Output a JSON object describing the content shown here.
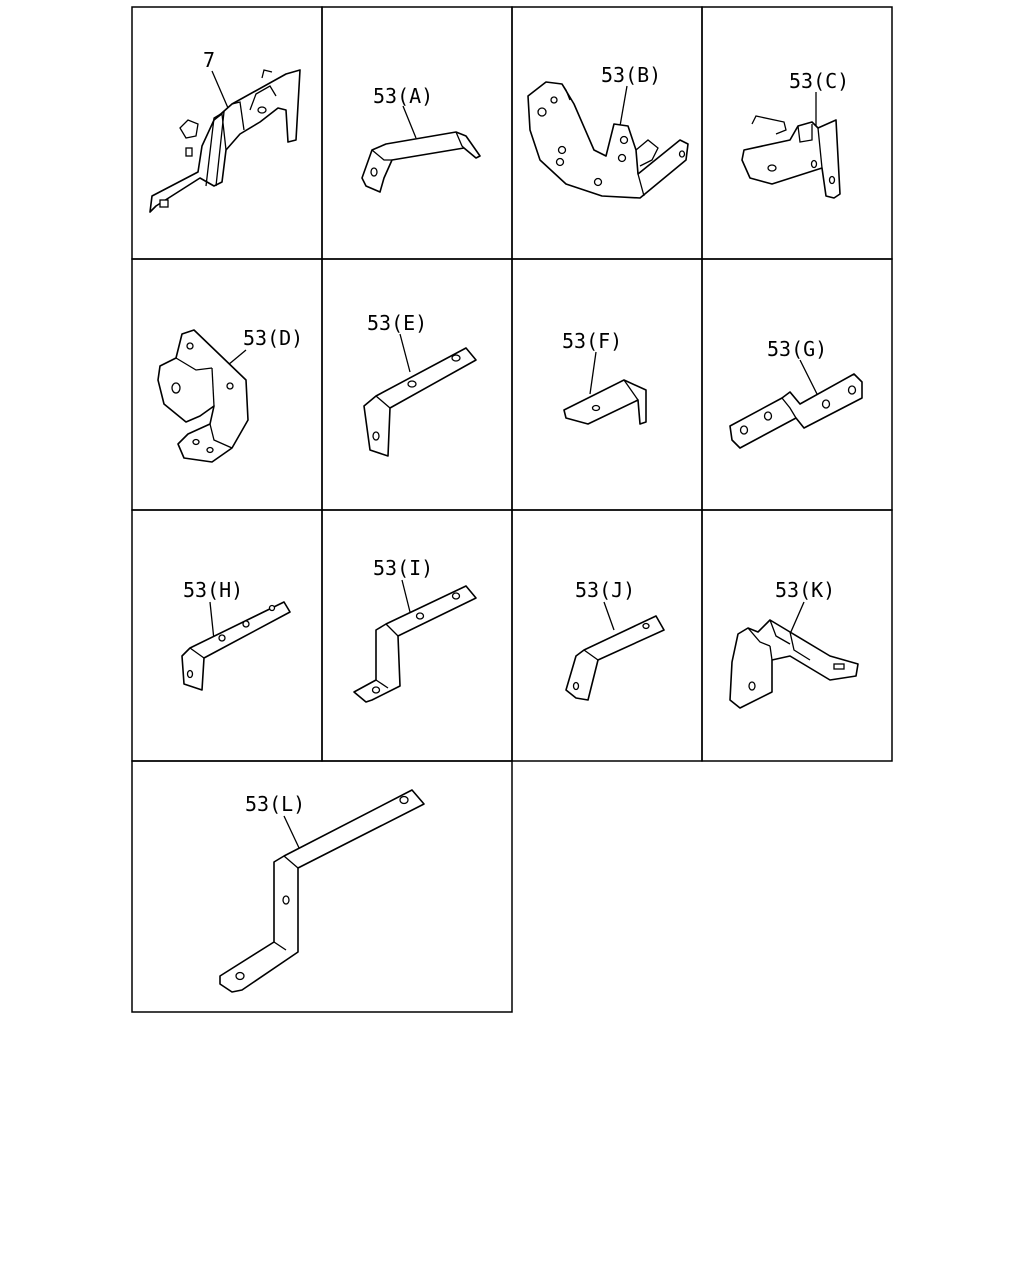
{
  "diagram": {
    "cells": [
      {
        "id": "c0",
        "label": "7"
      },
      {
        "id": "c1",
        "label": "53(A)"
      },
      {
        "id": "c2",
        "label": "53(B)"
      },
      {
        "id": "c3",
        "label": "53(C)"
      },
      {
        "id": "c4",
        "label": "53(D)"
      },
      {
        "id": "c5",
        "label": "53(E)"
      },
      {
        "id": "c6",
        "label": "53(F)"
      },
      {
        "id": "c7",
        "label": "53(G)"
      },
      {
        "id": "c8",
        "label": "53(H)"
      },
      {
        "id": "c9",
        "label": "53(I)"
      },
      {
        "id": "c10",
        "label": "53(J)"
      },
      {
        "id": "c11",
        "label": "53(K)"
      },
      {
        "id": "c12",
        "label": "53(L)"
      }
    ]
  }
}
